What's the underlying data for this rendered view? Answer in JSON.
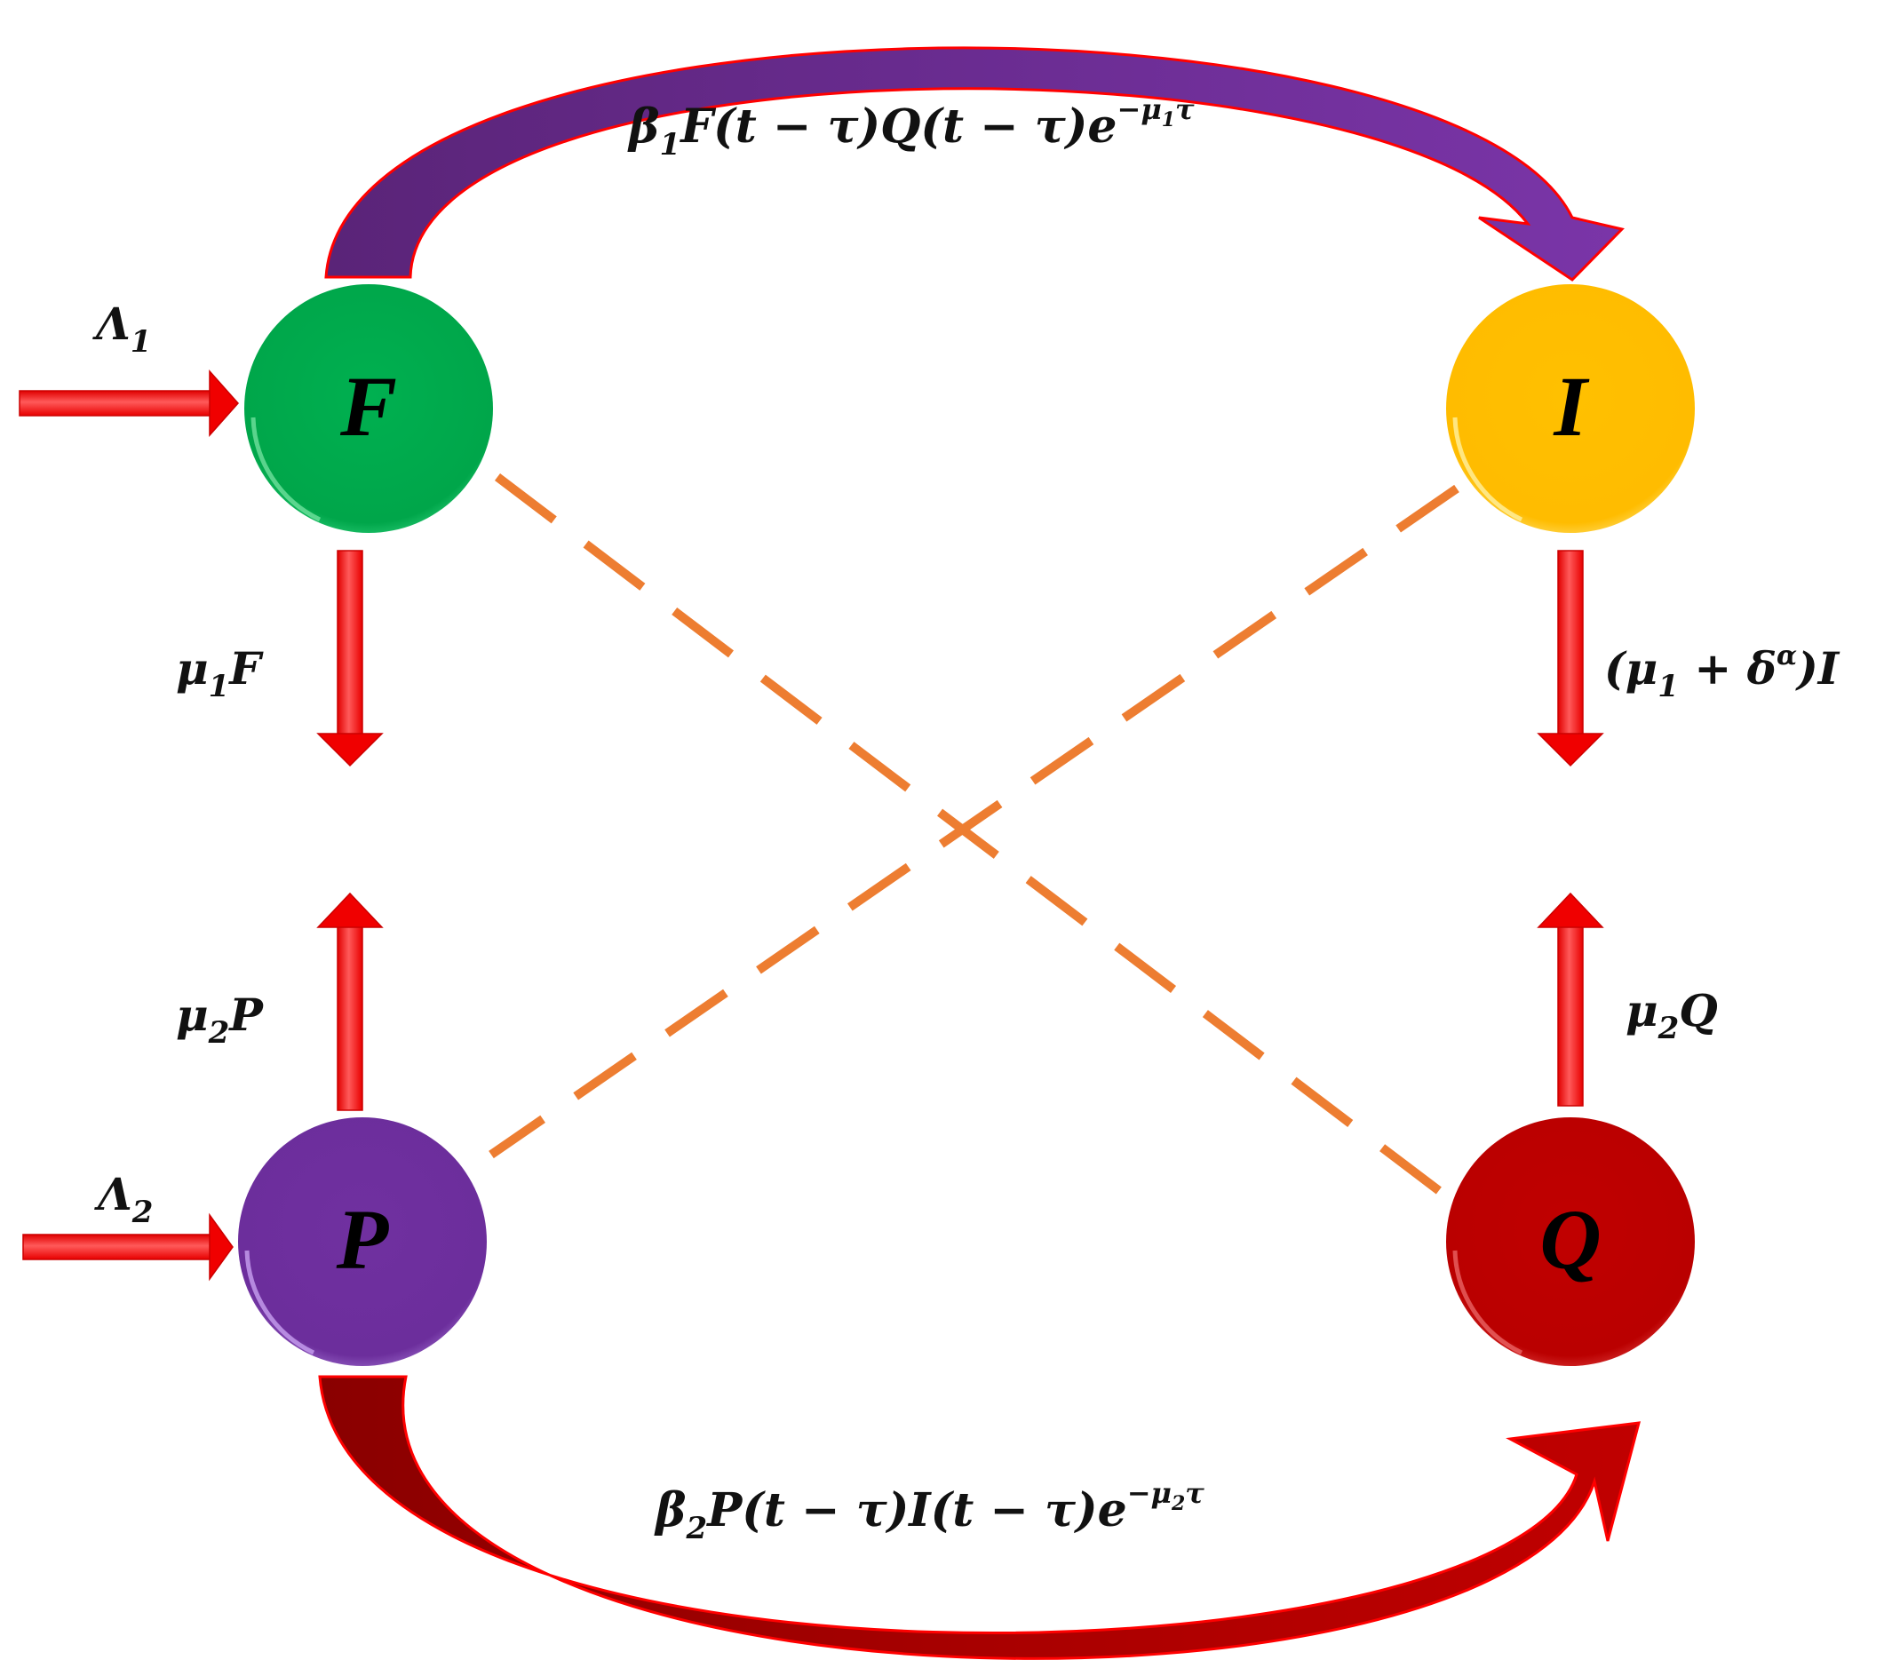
{
  "nodes": {
    "F": {
      "label": "F",
      "color": "#00A850"
    },
    "I": {
      "label": "I",
      "color": "#FFC000"
    },
    "P": {
      "label": "P",
      "color": "#7030A0"
    },
    "Q": {
      "label": "Q",
      "color": "#C00000"
    }
  },
  "labels": {
    "lambda1": {
      "base": "Λ",
      "sub": "1"
    },
    "lambda2": {
      "base": "Λ",
      "sub": "2"
    },
    "mu1F": {
      "base": "μ",
      "sub": "1",
      "tail": "F"
    },
    "mu2P": {
      "base": "μ",
      "sub": "2",
      "tail": "P"
    },
    "mu2Q": {
      "base": "μ",
      "sub": "2",
      "tail": "Q"
    },
    "muI": {
      "open": "(μ",
      "sub": "1",
      "mid": " + δ",
      "sup": "α",
      "tail": ")I"
    },
    "top_flow": {
      "base": "β",
      "sub": "1",
      "body": "F(t − τ)Q(t − τ)e",
      "exp": "−μ",
      "exp_sub": "1",
      "exp_tail": "τ"
    },
    "bottom_flow": {
      "base": "β",
      "sub": "2",
      "body": "P(t − τ)I(t − τ)e",
      "exp": "−μ",
      "exp_sub": "2",
      "exp_tail": "τ"
    }
  },
  "colors": {
    "arrow_red": "#FF2020",
    "dashed_orange": "#ED7D31",
    "top_arc": "#6A2C91",
    "bottom_arc": "#A00000"
  }
}
